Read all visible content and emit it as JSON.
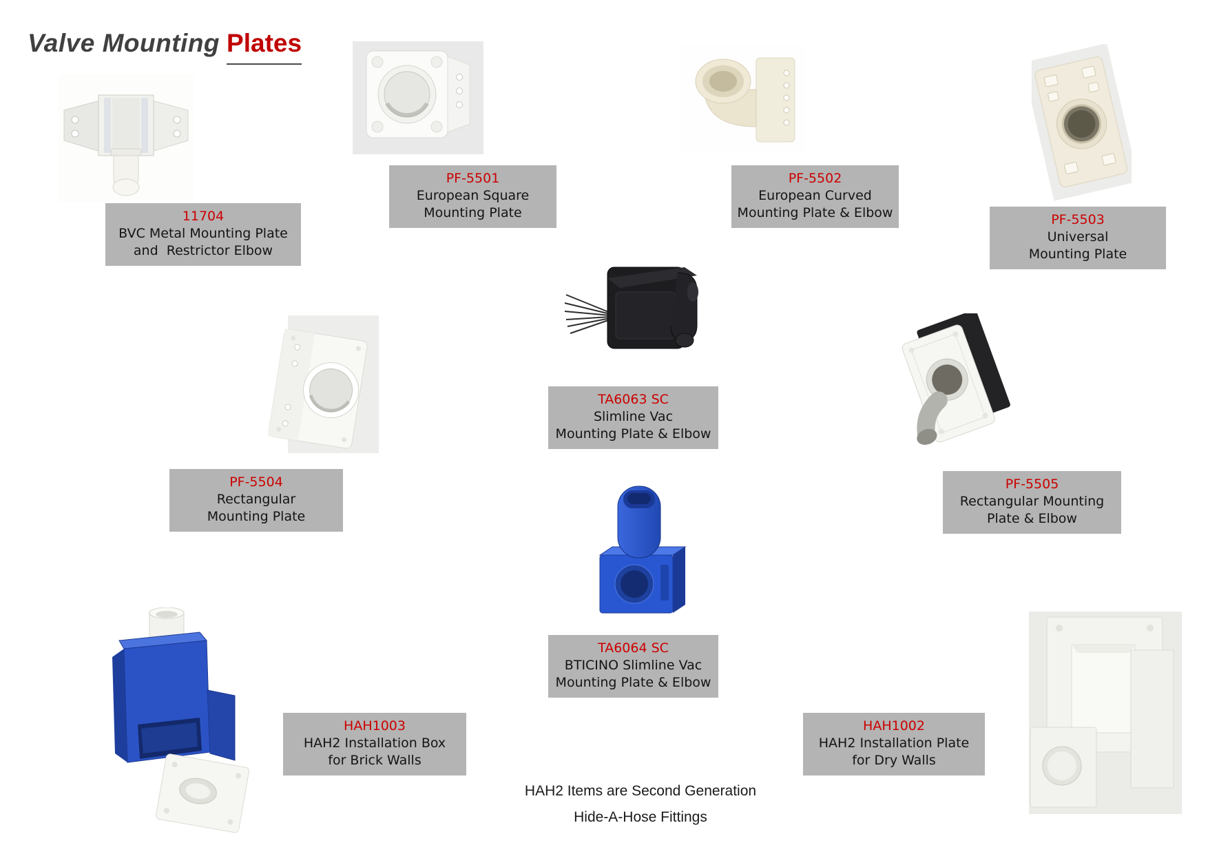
{
  "title": {
    "prefix": "Valve Mounting",
    "highlight": "Plates"
  },
  "colors": {
    "title_gray": "#404040",
    "title_red": "#c00000",
    "code_red": "#cc0000",
    "label_bg": "#b4b4b4",
    "product_blue": "#2b53c6",
    "product_black": "#1d1d20",
    "product_cream": "#ece5d0"
  },
  "products": [
    {
      "code": "11704",
      "desc1": "BVC Metal Mounting Plate",
      "desc2": "and  Restrictor Elbow",
      "image": "bvc-metal-mounting-plate-photo"
    },
    {
      "code": "PF-5501",
      "desc1": "European Square",
      "desc2": "Mounting Plate",
      "image": "european-square-mounting-plate-photo"
    },
    {
      "code": "PF-5502",
      "desc1": "European Curved",
      "desc2": "Mounting Plate & Elbow",
      "image": "european-curved-mounting-plate-photo"
    },
    {
      "code": "PF-5503",
      "desc1": "Universal",
      "desc2": "Mounting Plate",
      "image": "universal-mounting-plate-photo"
    },
    {
      "code": "PF-5504",
      "desc1": "Rectangular",
      "desc2": "Mounting Plate",
      "image": "rectangular-mounting-plate-photo"
    },
    {
      "code": "TA6063 SC",
      "desc1": "Slimline Vac",
      "desc2": "Mounting Plate & Elbow",
      "image": "slimline-vac-mounting-plate-photo"
    },
    {
      "code": "PF-5505",
      "desc1": "Rectangular Mounting",
      "desc2": "Plate & Elbow",
      "image": "rectangular-mounting-plate-elbow-photo"
    },
    {
      "code": "TA6064 SC",
      "desc1": "BTICINO Slimline Vac",
      "desc2": "Mounting Plate & Elbow",
      "image": "bticino-slimline-vac-mounting-plate-photo"
    },
    {
      "code": "HAH1003",
      "desc1": "HAH2 Installation Box",
      "desc2": "for Brick Walls",
      "image": "hah2-installation-box-photo"
    },
    {
      "code": "HAH1002",
      "desc1": "HAH2 Installation Plate",
      "desc2": "for Dry Walls",
      "image": "hah2-installation-plate-photo"
    }
  ],
  "footnote": {
    "line1": "HAH2 Items are Second Generation",
    "line2": "Hide-A-Hose Fittings"
  }
}
